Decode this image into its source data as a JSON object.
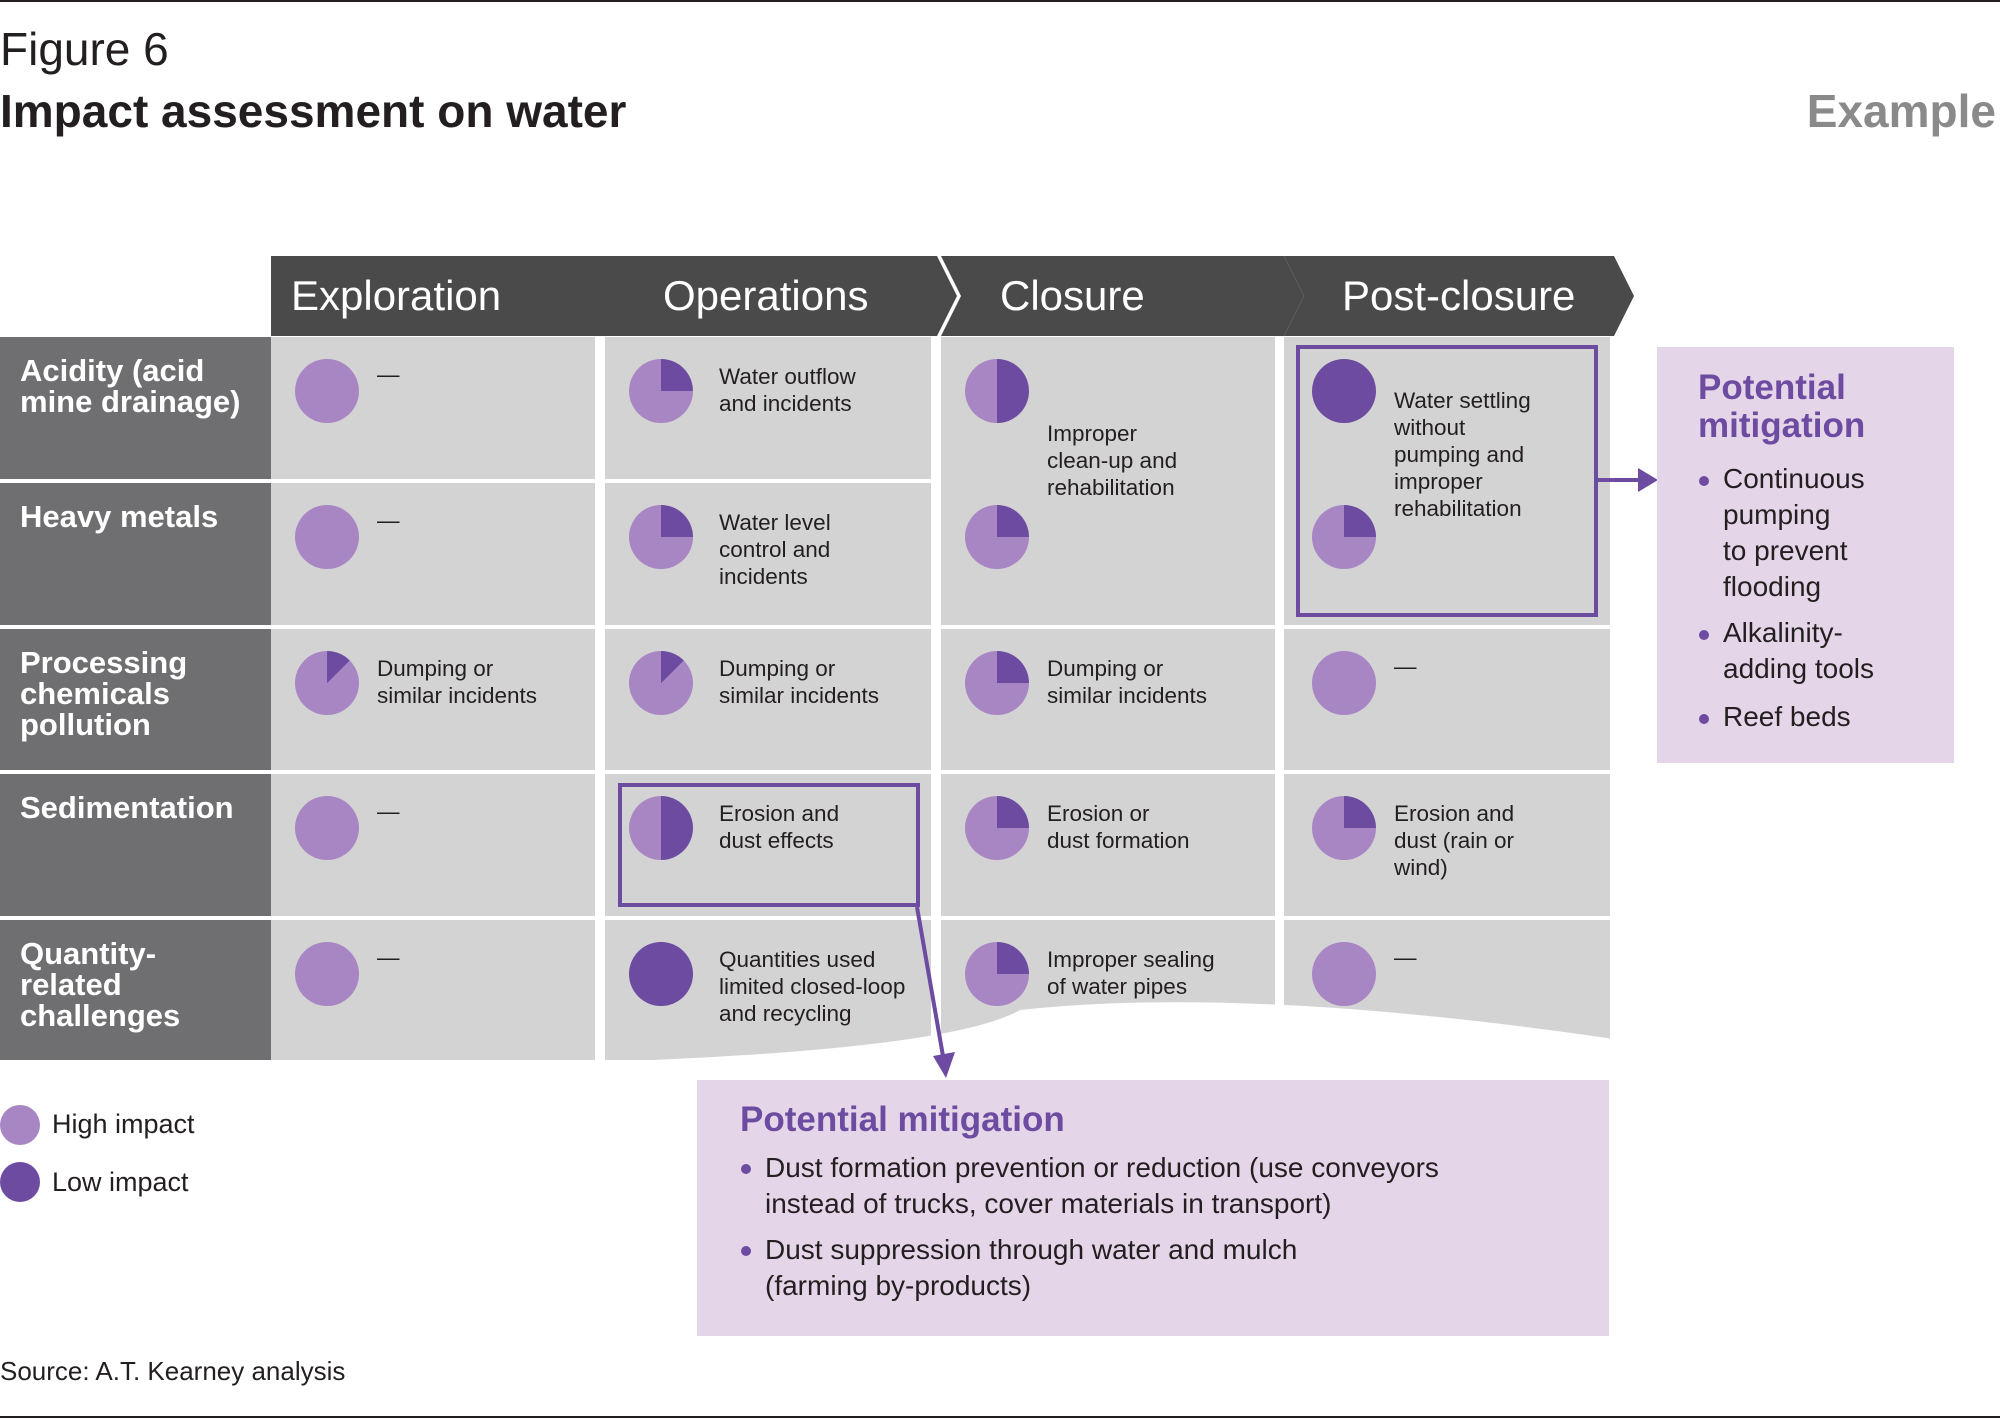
{
  "figure": {
    "label": "Figure 6",
    "title": "Impact assessment on water",
    "badge": "Example",
    "source": "Source: A.T. Kearney analysis"
  },
  "columns": [
    {
      "label": "Exploration"
    },
    {
      "label": "Operations"
    },
    {
      "label": "Closure"
    },
    {
      "label": "Post-closure"
    }
  ],
  "rows": [
    {
      "label": "Acidity (acid mine drainage)"
    },
    {
      "label": "Heavy metals"
    },
    {
      "label": "Processing chemicals pollution"
    },
    {
      "label": "Sedimentation"
    },
    {
      "label": "Quantity-related challenges"
    }
  ],
  "cells": {
    "exploration": [
      {
        "level": 0,
        "impact": "high",
        "text": "—"
      },
      {
        "level": 0,
        "impact": "high",
        "text": "—"
      },
      {
        "level": 0.125,
        "impact": "high",
        "text": "Dumping or\nsimilar incidents"
      },
      {
        "level": 0,
        "impact": "high",
        "text": "—"
      },
      {
        "level": 0,
        "impact": "high",
        "text": "—"
      }
    ],
    "operations": [
      {
        "level": 0.25,
        "impact": "high",
        "text": "Water outflow\nand incidents"
      },
      {
        "level": 0.25,
        "impact": "high",
        "text": "Water level\ncontrol and\nincidents"
      },
      {
        "level": 0.125,
        "impact": "high",
        "text": "Dumping or\nsimilar incidents"
      },
      {
        "level": 0.5,
        "impact": "high",
        "text": "Erosion and\ndust effects"
      },
      {
        "level": 1,
        "impact": "low",
        "text": "Quantities used\nlimited closed-loop\nand recycling"
      }
    ],
    "closure": {
      "merged_text": "Improper\nclean-up and\nrehabilitation",
      "levels": [
        0.5,
        0.25,
        0.25,
        0.25,
        0.25
      ],
      "items": [
        {
          "text": "Dumping or\nsimilar incidents"
        },
        {
          "text": "Erosion or\ndust formation"
        },
        {
          "text": "Improper sealing\nof water pipes"
        }
      ]
    },
    "post_closure": {
      "merged_text": "Water settling\nwithout\npumping and\nimproper\nrehabilitation",
      "levels": [
        1,
        0.25,
        0,
        0.25,
        0
      ],
      "items": [
        {
          "text": "—"
        },
        {
          "text": "Erosion and\ndust (rain or\nwind)"
        },
        {
          "text": "—"
        }
      ]
    }
  },
  "mitigation_right": {
    "title": "Potential\nmitigation",
    "items": [
      "Continuous\npumping\nto prevent\nflooding",
      "Alkalinity-\nadding tools",
      "Reef beds"
    ]
  },
  "mitigation_bottom": {
    "title": "Potential mitigation",
    "items": [
      "Dust formation prevention or reduction (use conveyors\ninstead of trucks, cover materials in transport)",
      "Dust suppression through water and mulch\n(farming by-products)"
    ]
  },
  "legend": [
    {
      "label": "High impact",
      "color": "#a886c4"
    },
    {
      "label": "Low impact",
      "color": "#6c4ba0"
    }
  ],
  "colors": {
    "high": "#a886c4",
    "low": "#6c4ba0",
    "accent": "#6c4ba0",
    "header": "#4a4a4b",
    "row_header": "#6f6f71",
    "cell": "#d3d3d4",
    "mitigation_bg": "#e5d5e8",
    "badge": "#8a8a8a"
  }
}
